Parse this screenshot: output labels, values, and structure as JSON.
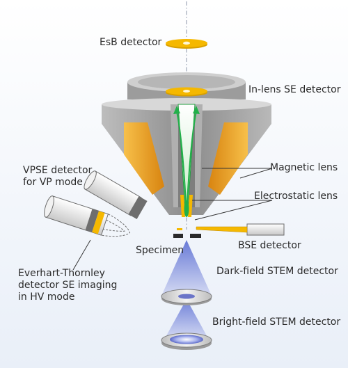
{
  "labels": {
    "esb": "EsB detector",
    "inlens": "In-lens SE detector",
    "vpse": "VPSE detector\nfor VP mode",
    "magnetic": "Magnetic lens",
    "electrostatic": "Electrostatic lens",
    "bse": "BSE detector",
    "specimen": "Specimen",
    "darkfield": "Dark-field STEM detector",
    "brightfield": "Bright-field STEM detector",
    "everhart": "Everhart-Thornley\ndetector SE imaging\nin HV mode"
  },
  "colors": {
    "gold": "#f5b800",
    "orange": "#f0a020",
    "steel": "#9e9e9e",
    "beam": "#22b04a",
    "stem_blue": "#4a5ec8"
  }
}
